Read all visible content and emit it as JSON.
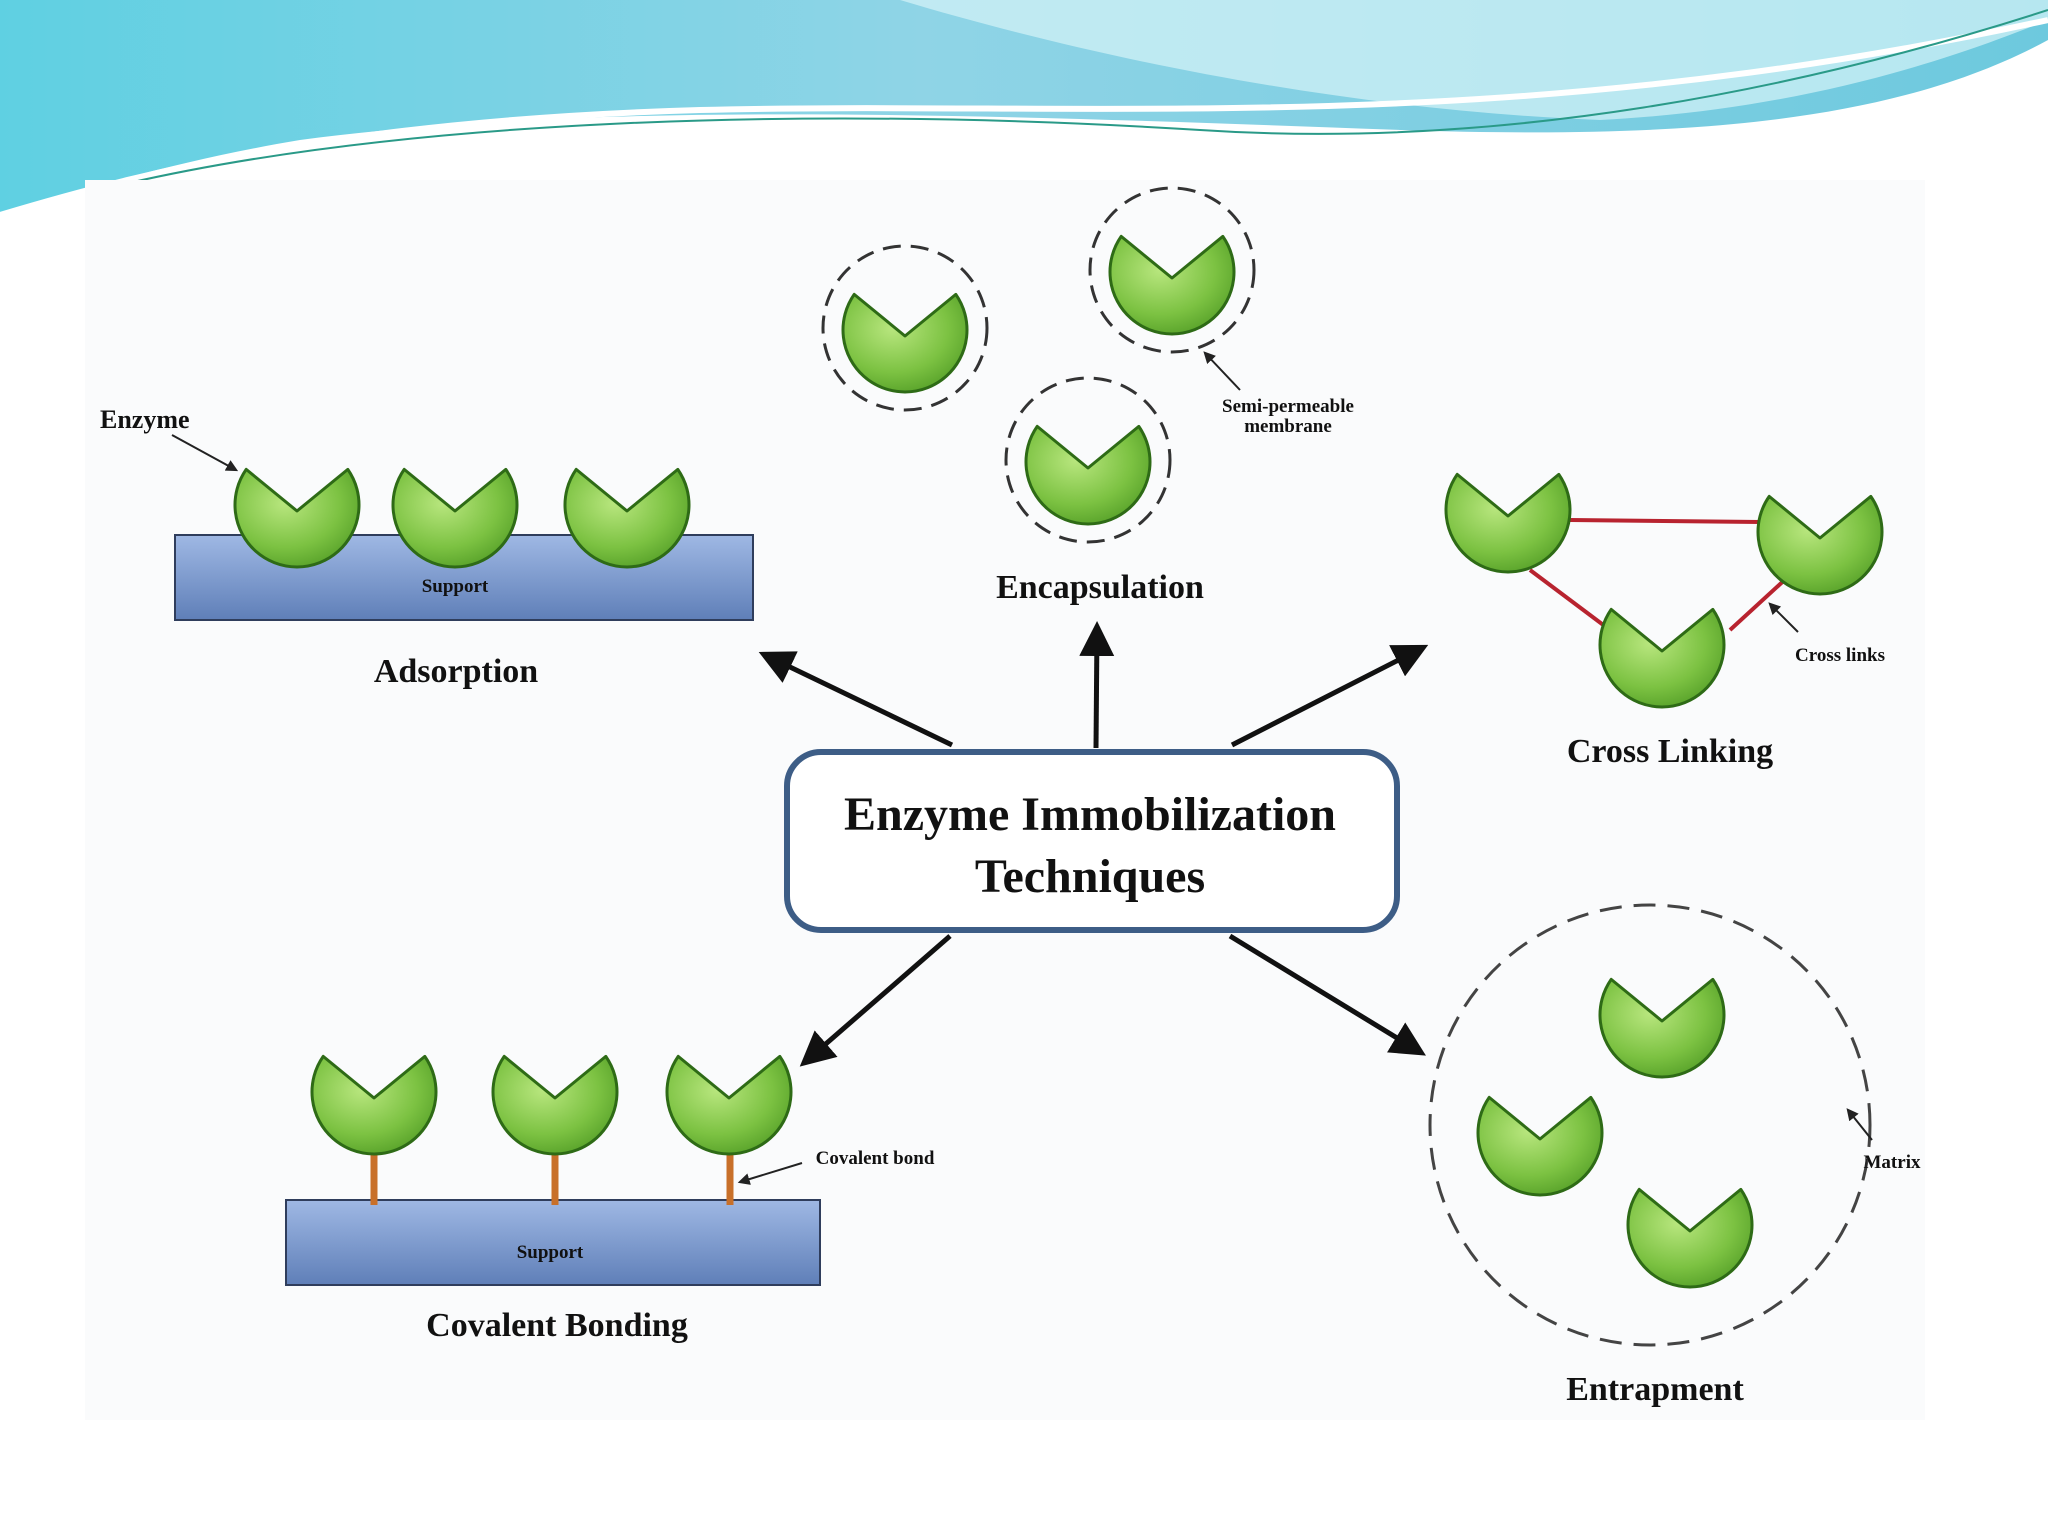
{
  "title": {
    "line1": "Enzyme Immobilization",
    "line2": "Techniques"
  },
  "techniques": {
    "adsorption": {
      "name": "Adsorption",
      "support": "Support",
      "enzyme_label": "Enzyme"
    },
    "encapsulation": {
      "name": "Encapsulation",
      "membrane_line1": "Semi-permeable",
      "membrane_line2": "membrane"
    },
    "cross_linking": {
      "name": "Cross Linking",
      "links_label": "Cross links"
    },
    "covalent_bonding": {
      "name": "Covalent Bonding",
      "support": "Support",
      "bond_label": "Covalent bond"
    },
    "entrapment": {
      "name": "Entrapment",
      "matrix_label": "Matrix"
    }
  },
  "colors": {
    "enzyme_fill": "#7cc242",
    "enzyme_stroke": "#2e6b16",
    "support_fill": "#6f8fc8",
    "support_stroke": "#2f3d5c",
    "cross_link": "#b8232f",
    "covalent_bond": "#c8702a",
    "title_box_stroke": "#3d5d86",
    "banner_top": "#7fd3e4",
    "banner_light": "#c9f0f6"
  }
}
